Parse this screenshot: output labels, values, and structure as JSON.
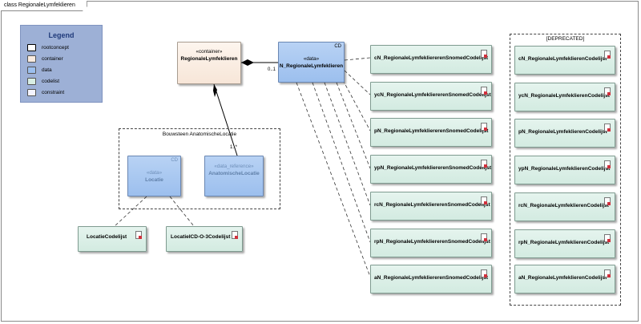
{
  "frame": {
    "title": "class RegionaleLymfeklieren"
  },
  "legend": {
    "title": "Legend",
    "items": [
      {
        "label": "rootconcept",
        "color": "#ffffff",
        "border": "#000000"
      },
      {
        "label": "container",
        "color": "#f9ebe0",
        "border": "#666666"
      },
      {
        "label": "data",
        "color": "#9cbfee",
        "border": "#666666"
      },
      {
        "label": "codelist",
        "color": "#d8eee4",
        "border": "#666666"
      },
      {
        "label": "constraint",
        "color": "#f4f4ff",
        "border": "#666666"
      }
    ]
  },
  "container_class": {
    "stereotype": "«container»",
    "name": "RegionaleLymfeklieren"
  },
  "main_class": {
    "tag": "CD",
    "stereotype": "«data»",
    "name": "N_RegionaleLymfeklieren"
  },
  "association": {
    "multiplicity_source": "0..1",
    "multiplicity_target": "1..*"
  },
  "group": {
    "title": "Bouwsteen AnatomischeLocatie",
    "locatie": {
      "tag": "CD",
      "stereotype": "«data»",
      "name": "Locatie"
    },
    "anatomische": {
      "stereotype": "«data_reference»",
      "name": "AnatomischeLocatie"
    }
  },
  "bottom_codelists": [
    "LocatieCodelijst",
    "LocatieICD-O-3Codelijst"
  ],
  "snomed_codelists": [
    "cN_RegionaleLymfekliererenSnomedCodelijst",
    "ycN_RegionaleLymfekliererenSnomedCodelijst",
    "pN_RegionaleLymfekliererenSnomedCodelijst",
    "ypN_RegionaleLymfekliererenSnomedCodelijst",
    "rcN_RegionaleLymfekliererenSnomedCodelijst",
    "rpN_RegionaleLymfekliererenSnomedCodelijst",
    "aN_RegionaleLymfekliererenSnomedCodelijst"
  ],
  "deprecated": {
    "title": "[DEPRECATED]",
    "codelists": [
      "cN_RegionaleLymfeklierenCodelijst",
      "ycN_RegionaleLymfeklierenCodelijst",
      "pN_RegionaleLymfeklierenCodelijst",
      "ypN_RegionaleLymfeklierenCodelijst",
      "rcN_RegionaleLymfeklierenCodelijst",
      "rpN_RegionaleLymfeklierenCodelijst",
      "aN_RegionaleLymfeklierenCodelijst"
    ]
  }
}
